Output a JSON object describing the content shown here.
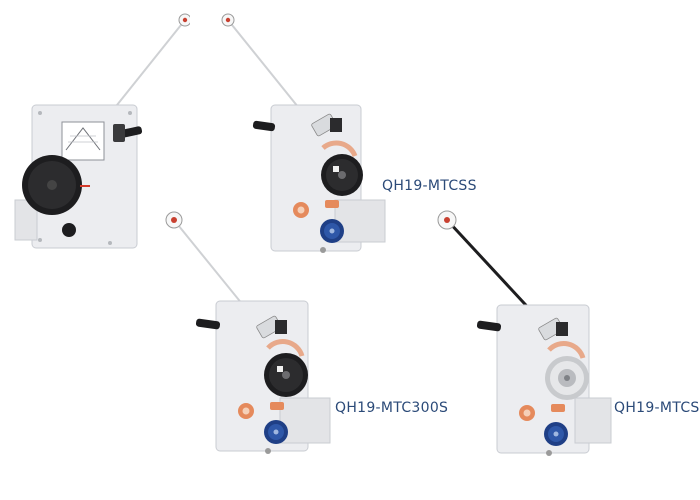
{
  "labels": {
    "mtcss": "QH19-MTCSS",
    "mtc300s": "QH19-MTC300S",
    "mtcs": "QH19-MTCS"
  },
  "colors": {
    "label": "#2b4a78",
    "housing": "#ecedf0",
    "housing_edge": "#c9ccd2",
    "knob": "#1d1d1f",
    "accent_orange": "#e58a5c",
    "connector_blue": "#1f3f86"
  },
  "icons": {
    "roller": "pulley-roller-icon",
    "connector": "connector-plug-icon",
    "handle": "lever-handle-icon"
  }
}
